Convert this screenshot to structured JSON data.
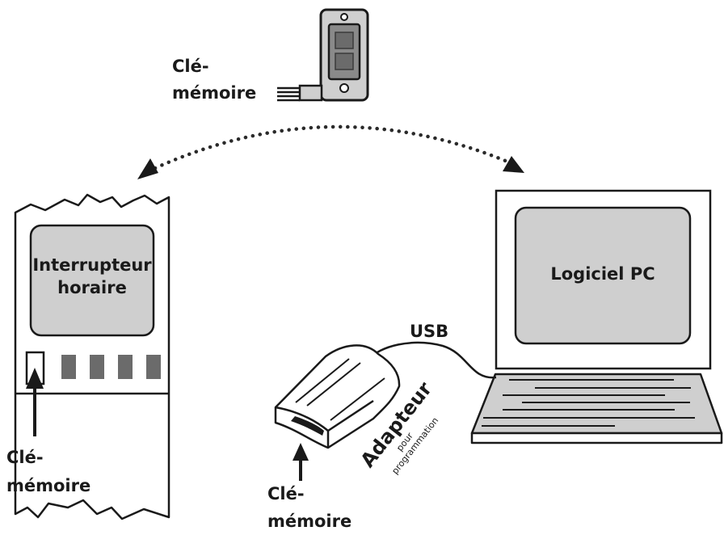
{
  "memory_key_top": {
    "line1": "Clé-",
    "line2": "mémoire"
  },
  "timer": {
    "line1": "Interrupteur",
    "line2": "horaire"
  },
  "timer_memory_key": {
    "line1": "Clé-",
    "line2": "mémoire"
  },
  "pc": {
    "screen_label": "Logiciel PC"
  },
  "usb_label": "USB",
  "adapter": {
    "title": "Adapteur",
    "sub1": "pour",
    "sub2": "programmation"
  },
  "adapter_memory_key": {
    "line1": "Clé-",
    "line2": "mémoire"
  },
  "colors": {
    "stroke": "#1a1a1a",
    "panel": "#cfcfcf",
    "dark": "#6b6b6b",
    "dot": "#2a2a2a"
  }
}
